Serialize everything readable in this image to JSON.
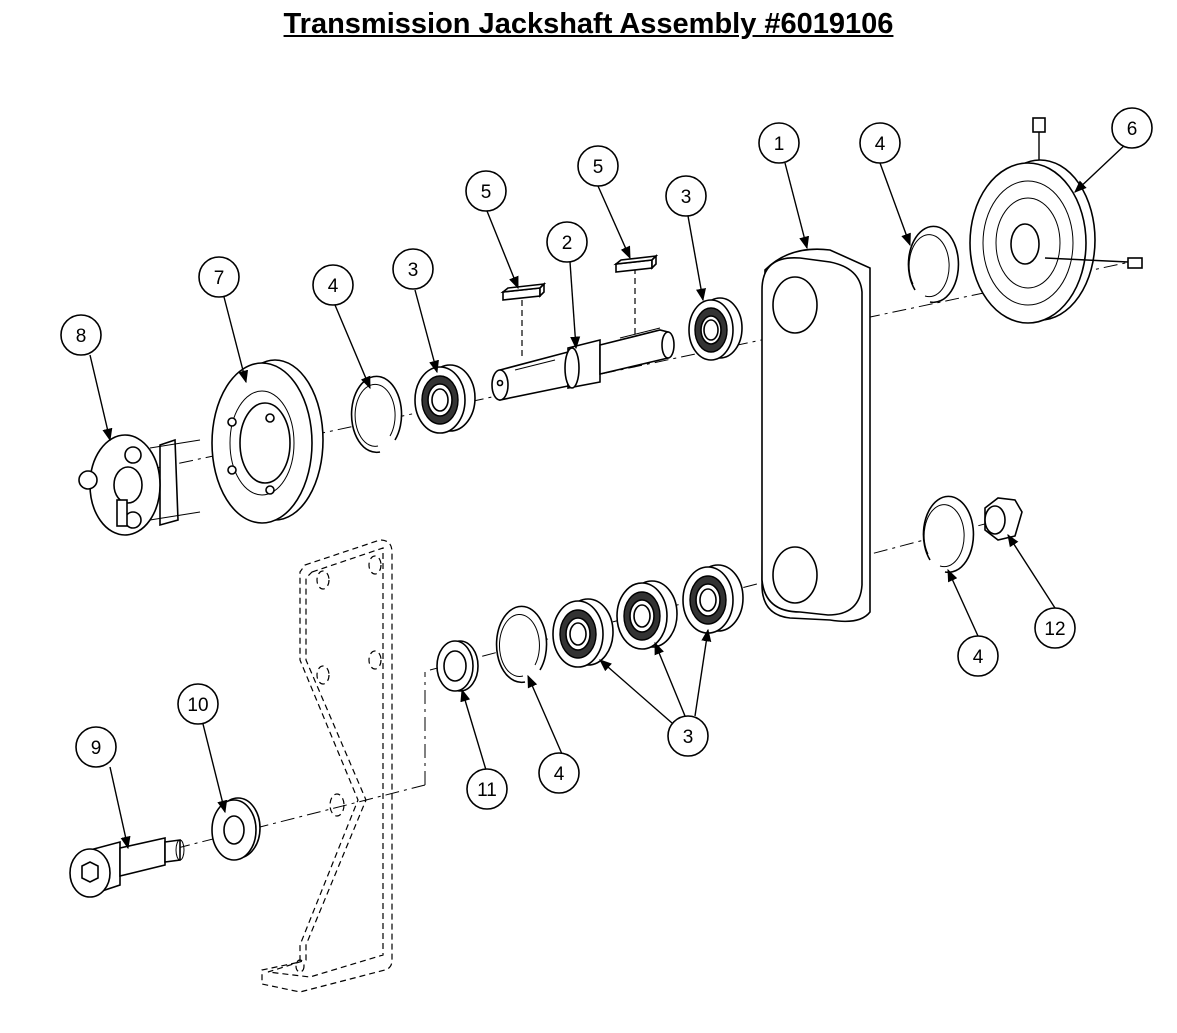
{
  "title": "Transmission Jackshaft Assembly #6019106",
  "callouts": {
    "c1": "1",
    "c2": "2",
    "c3a": "3",
    "c3b": "3",
    "c3c": "3",
    "c4a": "4",
    "c4b": "4",
    "c4c": "4",
    "c4d": "4",
    "c5a": "5",
    "c5b": "5",
    "c6": "6",
    "c7": "7",
    "c8": "8",
    "c9": "9",
    "c10": "10",
    "c11": "11",
    "c12": "12"
  }
}
